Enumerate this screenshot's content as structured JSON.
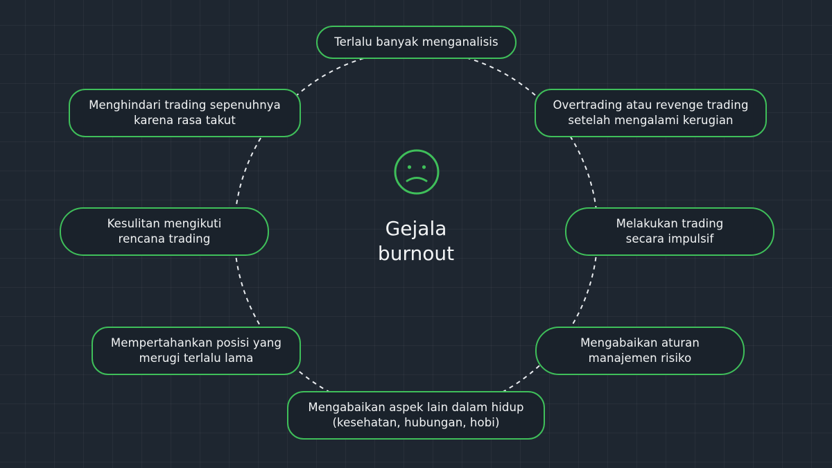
{
  "center": {
    "icon": "sad-face-icon",
    "title": "Gejala\nburnout"
  },
  "nodes": [
    {
      "label": "Terlalu banyak menganalisis"
    },
    {
      "label": "Overtrading atau revenge trading\nsetelah mengalami kerugian"
    },
    {
      "label": "Melakukan trading\nsecara impulsif"
    },
    {
      "label": "Mengabaikan aturan\nmanajemen risiko"
    },
    {
      "label": "Mengabaikan aspek lain dalam hidup\n(kesehatan, hubungan, hobi)"
    },
    {
      "label": "Mempertahankan posisi yang\nmerugi terlalu lama"
    },
    {
      "label": "Kesulitan mengikuti\nrencana trading"
    },
    {
      "label": "Menghindari trading sepenuhnya\nkarena rasa takut"
    }
  ],
  "colors": {
    "background": "#1e2630",
    "accent": "#3fbf5a",
    "node_fill": "#1a222b",
    "text": "#f2f4f5",
    "connector": "#e9ecef"
  }
}
